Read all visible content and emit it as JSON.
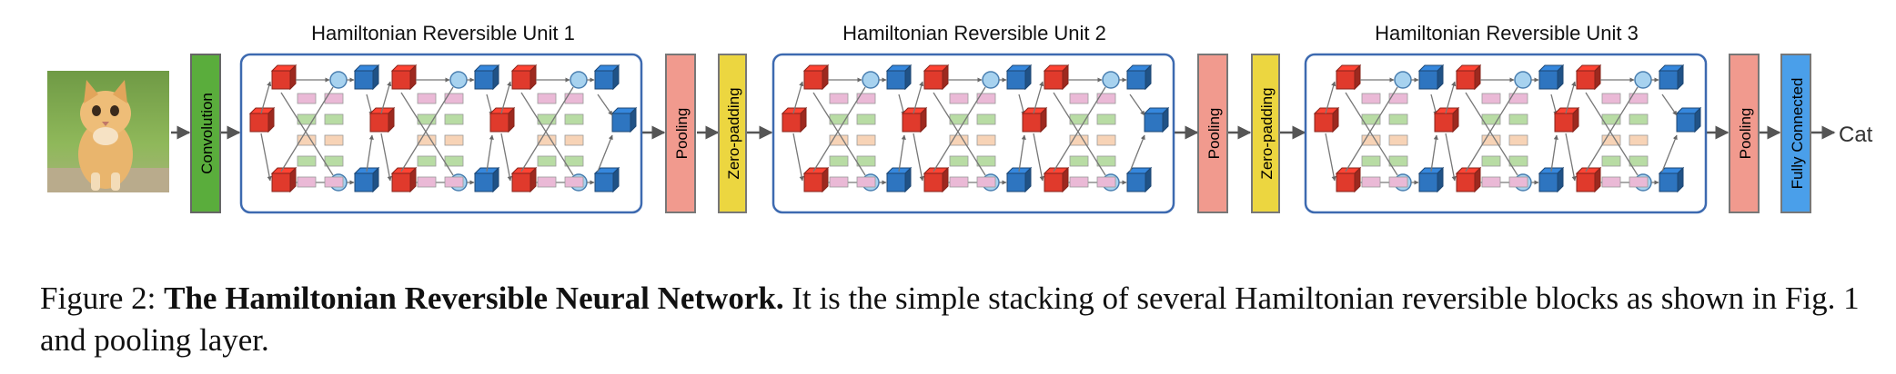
{
  "units": [
    {
      "title": "Hamiltonian Reversible Unit 1"
    },
    {
      "title": "Hamiltonian Reversible Unit 2"
    },
    {
      "title": "Hamiltonian Reversible Unit 3"
    }
  ],
  "layers": {
    "convolution": "Convolution",
    "pooling": "Pooling",
    "zero_padding": "Zero-padding",
    "fully_connected": "Fully Connected"
  },
  "output_label": "Cat",
  "input_image": "kitten-photo",
  "caption": {
    "figure": "Figure 2:",
    "title": "The Hamiltonian Reversible Neural Network.",
    "body": "It is the simple stacking of several Hamiltonian reversible blocks as shown in Fig. 1 and pooling layer."
  },
  "colors": {
    "convolution": "#5aad3c",
    "pooling": "#f19a8e",
    "zero_padding": "#ecd640",
    "fully_connected": "#4a9fea",
    "unit_border": "#3d6ab0",
    "cube_red": "#e03a2c",
    "cube_blue": "#2e75c0",
    "node_circle": "#a7d2ef",
    "rect_pink": "#eab9d6",
    "rect_green": "#b8dca4",
    "rect_peach": "#f7d3b6"
  }
}
